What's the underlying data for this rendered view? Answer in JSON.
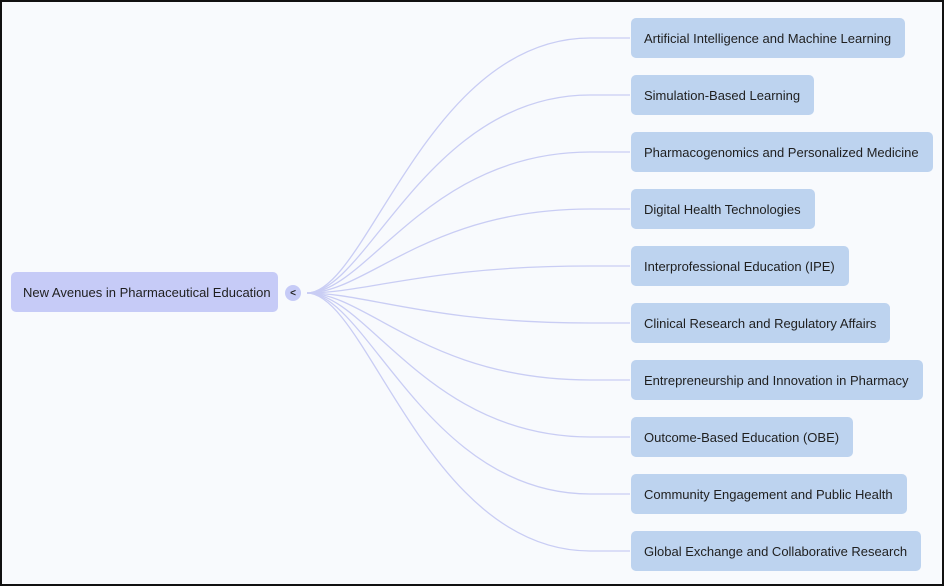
{
  "colors": {
    "root_fill": "#c6cbf7",
    "child_fill": "#bdd3ef",
    "connector": "#c9cdf4",
    "background": "#f8fafd"
  },
  "root": {
    "label": "New Avenues in Pharmaceutical Education"
  },
  "toggle": {
    "glyph": "<",
    "icon": "collapse-chevron-icon"
  },
  "children": [
    {
      "label": "Artificial Intelligence and Machine Learning"
    },
    {
      "label": "Simulation-Based Learning"
    },
    {
      "label": "Pharmacogenomics and Personalized Medicine"
    },
    {
      "label": "Digital Health Technologies"
    },
    {
      "label": "Interprofessional Education (IPE)"
    },
    {
      "label": "Clinical Research and Regulatory Affairs"
    },
    {
      "label": "Entrepreneurship and Innovation in Pharmacy"
    },
    {
      "label": "Outcome-Based Education (OBE)"
    },
    {
      "label": "Community Engagement and Public Health"
    },
    {
      "label": "Global Exchange and Collaborative Research"
    }
  ]
}
